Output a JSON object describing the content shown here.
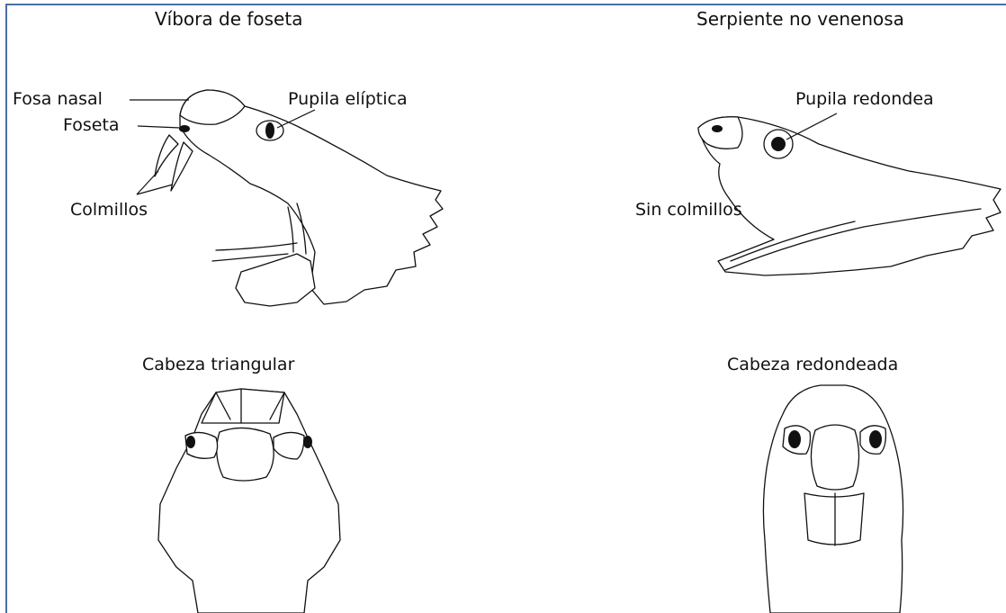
{
  "titles": {
    "left": "Víbora de foseta",
    "right": "Serpiente no venenosa"
  },
  "labels": {
    "nostril": "Fosa nasal",
    "pit": "Foseta",
    "fangs": "Colmillos",
    "elliptical_pupil": "Pupila elíptica",
    "round_pupil": "Pupila redondea",
    "no_fangs": "Sin colmillos",
    "triangular_head": "Cabeza triangular",
    "rounded_head": "Cabeza redondeada"
  },
  "colors": {
    "frame": "#4a6fa5",
    "ink": "#111111"
  }
}
